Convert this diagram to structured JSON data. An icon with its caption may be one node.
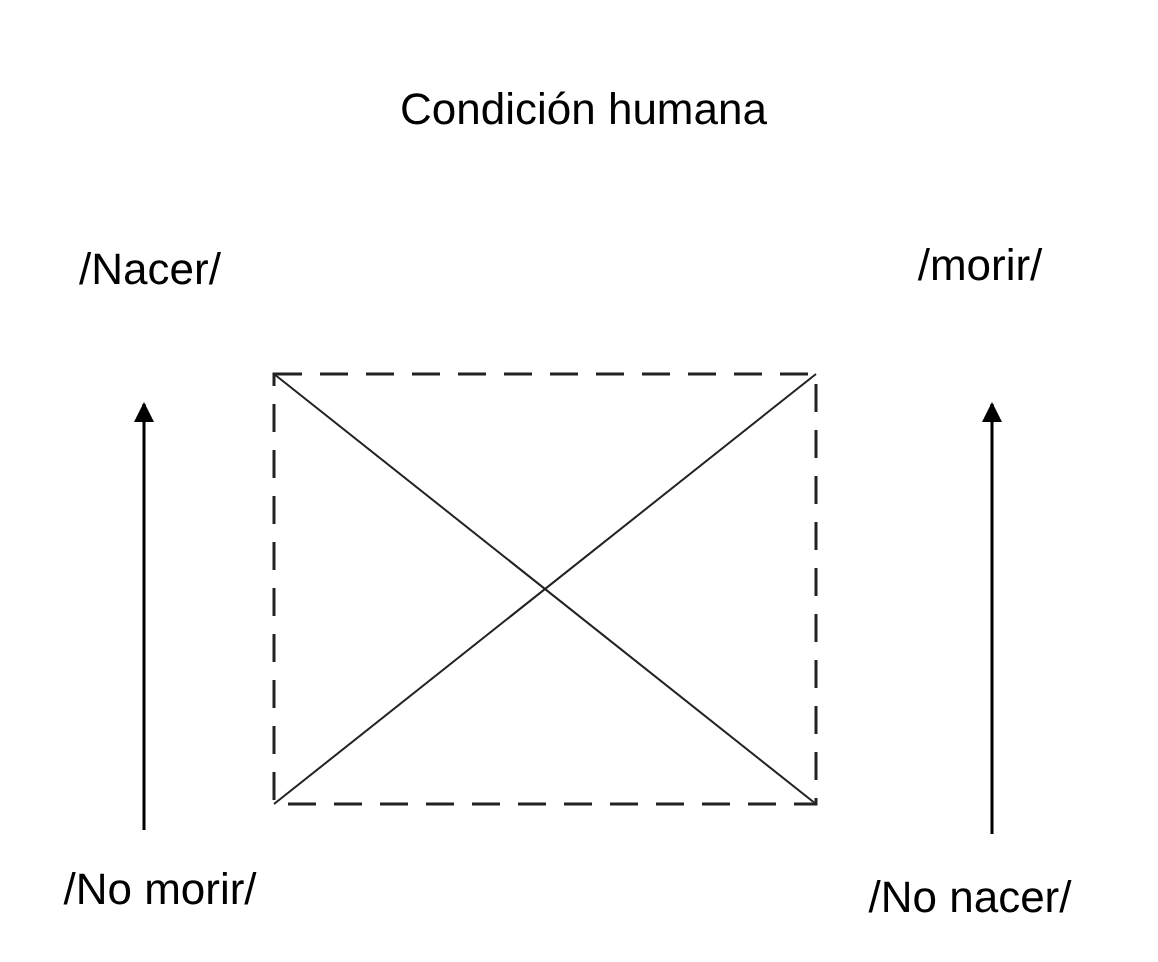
{
  "diagram": {
    "title": "Condición humana",
    "nodes": [
      {
        "text": [
          "/Nacer/"
        ]
      },
      {
        "text": [
          "/morir/"
        ]
      },
      {
        "text": [
          "/No morir/"
        ]
      },
      {
        "text": [
          "/No nacer/"
        ]
      }
    ],
    "edges": [
      {
        "from": 2,
        "to": 0,
        "arrow": "to"
      },
      {
        "from": 3,
        "to": 1,
        "arrow": "to"
      }
    ]
  }
}
